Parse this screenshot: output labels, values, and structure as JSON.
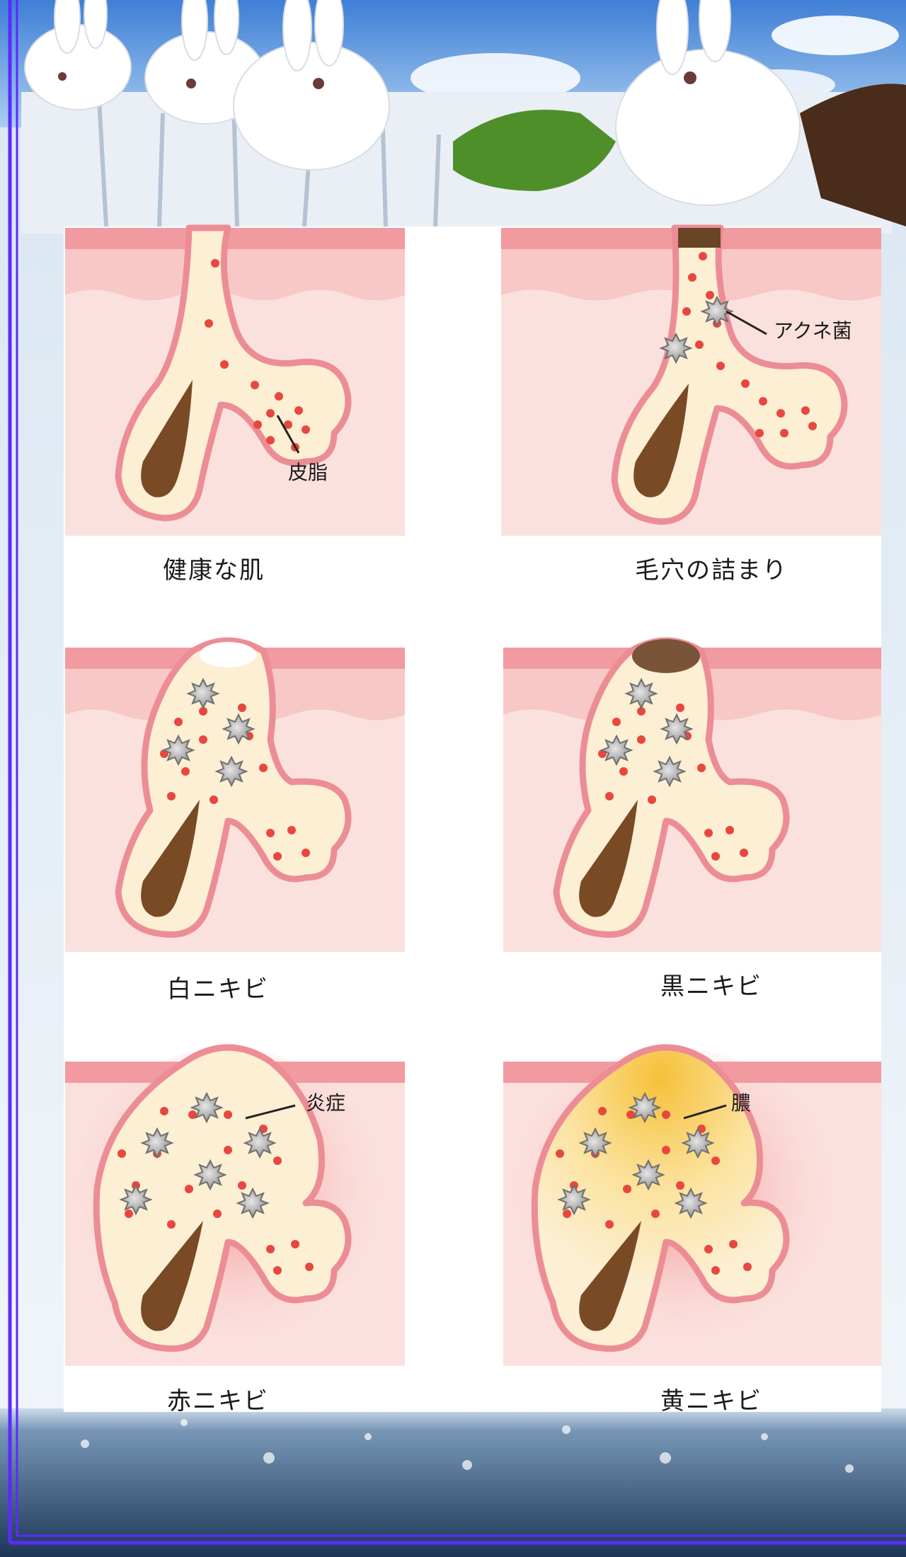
{
  "panels": [
    {
      "caption": "健康な肌",
      "callout": "皮脂"
    },
    {
      "caption": "毛穴の詰まり",
      "callout": "アクネ菌"
    },
    {
      "caption": "白ニキビ",
      "callout": ""
    },
    {
      "caption": "黒ニキビ",
      "callout": ""
    },
    {
      "caption": "赤ニキビ",
      "callout": "炎症"
    },
    {
      "caption": "黄ニキビ",
      "callout": "膿"
    }
  ],
  "colors": {
    "frame": "#5a2bff",
    "skin_top": "#f19aa0",
    "skin_mid": "#f8c8c6",
    "skin_deep": "#fbe1de",
    "follicle_fill": "#fcefd4",
    "follicle_edge": "#ec8d96",
    "hair": "#7a4a25",
    "sebum_dot": "#e8473f",
    "bacteria": "#9a9a9a",
    "pus": "#f5c23a",
    "inflammation": "#ee6a6a"
  },
  "decor": {
    "rabbits": "white-rabbit-photo",
    "waterfall": "waterfall-photo",
    "water": "water-splash-photo"
  }
}
